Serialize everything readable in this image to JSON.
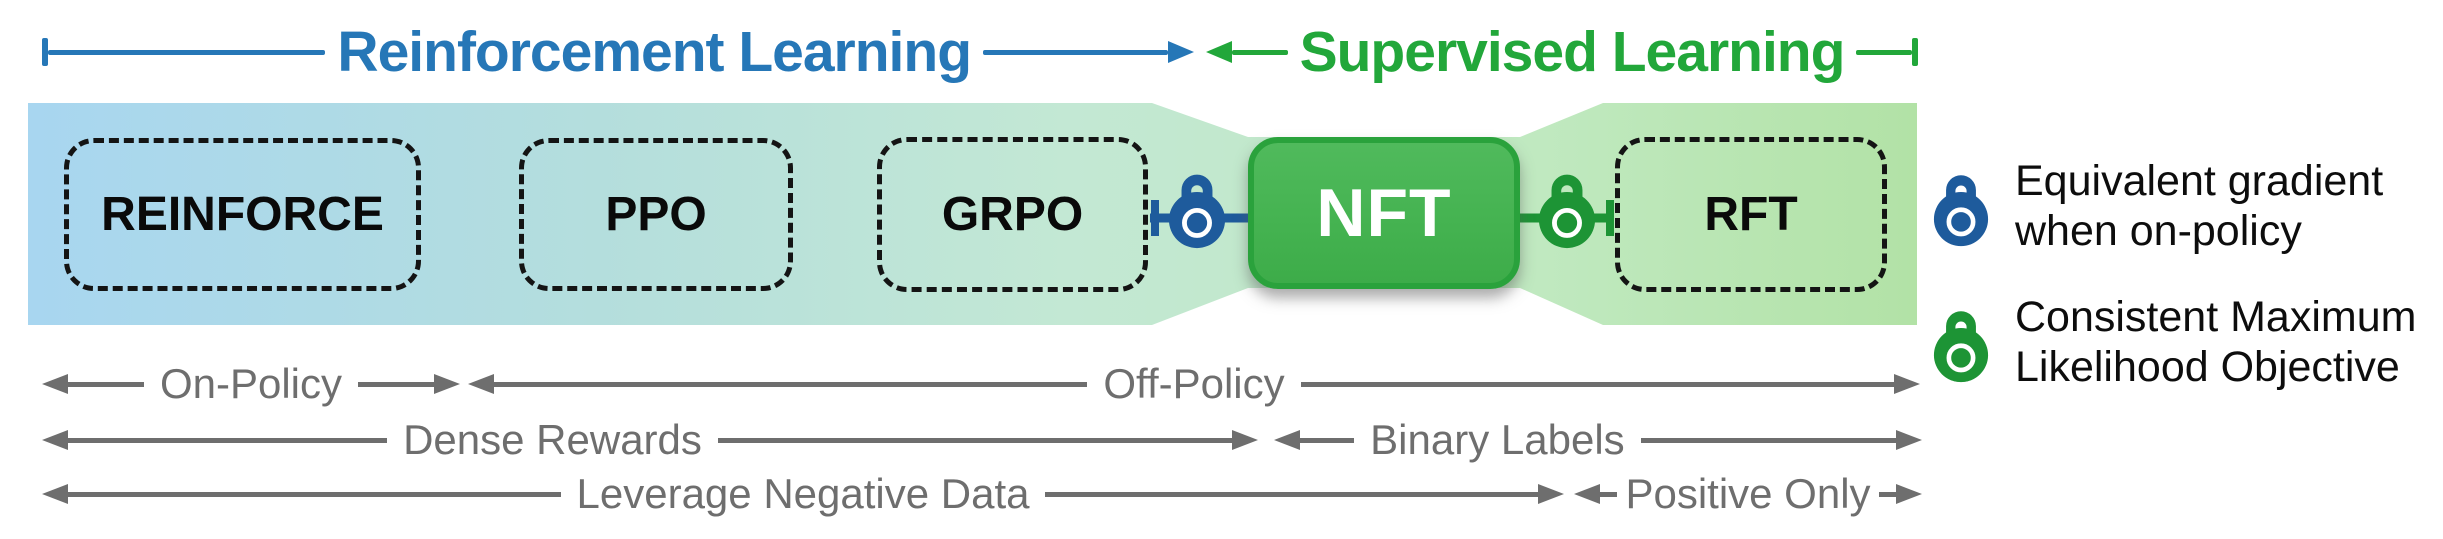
{
  "header": {
    "rl_label": "Reinforcement Learning",
    "sl_label": "Supervised Learning"
  },
  "boxes": {
    "reinforce": "REINFORCE",
    "ppo": "PPO",
    "grpo": "GRPO",
    "nft": "NFT",
    "rft": "RFT"
  },
  "measures": {
    "on_policy": "On-Policy",
    "off_policy": "Off-Policy",
    "dense_rewards": "Dense Rewards",
    "binary_labels": "Binary Labels",
    "leverage_negative_data": "Leverage Negative Data",
    "positive_only": "Positive Only"
  },
  "legend": {
    "equivalent": {
      "icon": "blue-lock-icon",
      "line1": "Equivalent gradient",
      "line2": "when on-policy"
    },
    "consistent": {
      "icon": "green-lock-icon",
      "line1": "Consistent Maximum",
      "line2": "Likelihood Objective"
    }
  },
  "colors": {
    "blue": "#2677b7",
    "dark_blue": "#1e5b9c",
    "green": "#22a73a",
    "dark_green": "#1d9435",
    "nft_border": "#2aa23c",
    "gray": "#6e6e6e",
    "band_left": "#a8d6f0",
    "band_mid": "#c3e8d4",
    "band_right": "#b2e2a6"
  }
}
